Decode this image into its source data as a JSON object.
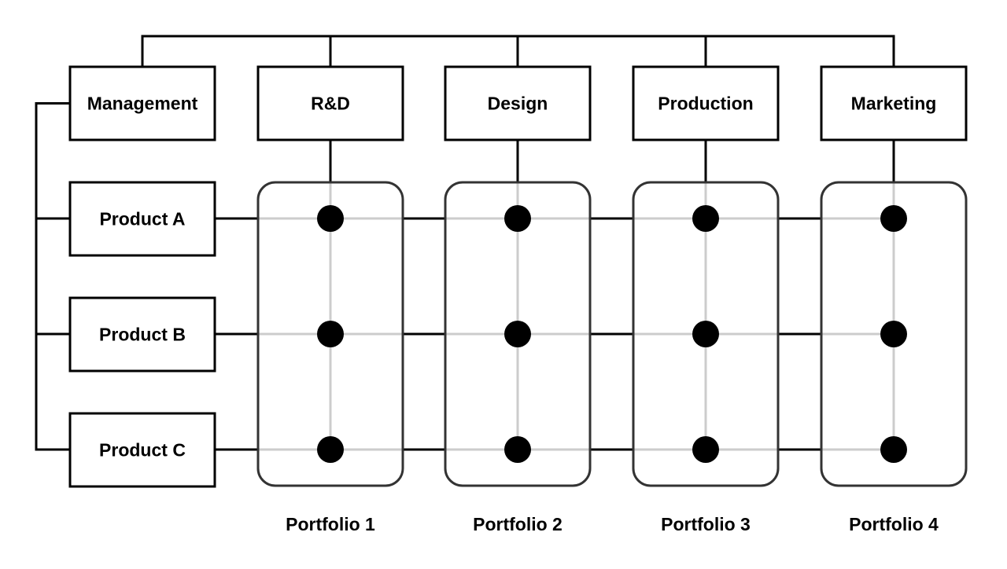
{
  "diagram": {
    "type": "matrix-organization",
    "root_node": "Management",
    "functions": [
      {
        "label": "R&D",
        "portfolio": "Portfolio 1"
      },
      {
        "label": "Design",
        "portfolio": "Portfolio 2"
      },
      {
        "label": "Production",
        "portfolio": "Portfolio 3"
      },
      {
        "label": "Marketing",
        "portfolio": "Portfolio 4"
      }
    ],
    "products": [
      {
        "label": "Product A"
      },
      {
        "label": "Product B"
      },
      {
        "label": "Product C"
      }
    ],
    "colors": {
      "line": "#000000",
      "portfolio_border": "#333333",
      "grid_line": "#cccccc",
      "node_dot": "#000000"
    }
  }
}
